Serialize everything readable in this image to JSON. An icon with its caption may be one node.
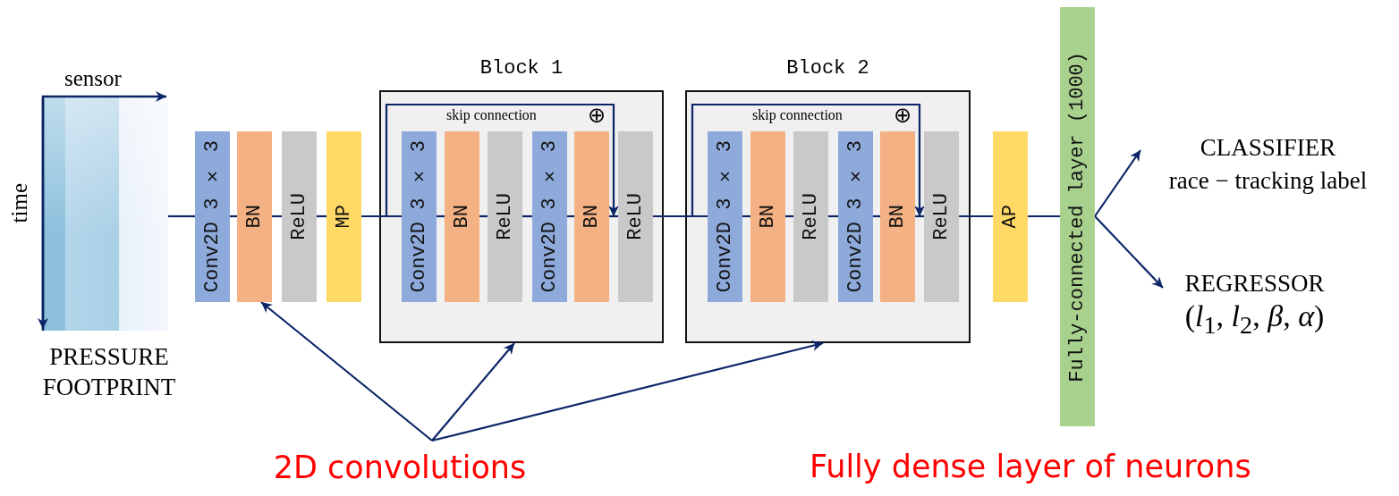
{
  "diagram": {
    "nodes": [
      {
        "text": [],
        "shape": "picture",
        "beside": [
          "sensor",
          "time",
          "PRESSURE FOOTPRINT"
        ]
      },
      {
        "text": [
          "Conv2D 3 × 3"
        ]
      },
      {
        "text": [
          "BN"
        ]
      },
      {
        "text": [
          "ReLU"
        ]
      },
      {
        "text": [
          "MP"
        ]
      },
      {
        "text": [
          "Block 1"
        ]
      },
      {
        "text": [
          "Conv2D 3 × 3"
        ],
        "in": 5
      },
      {
        "text": [
          "BN"
        ],
        "in": 5
      },
      {
        "text": [
          "ReLU"
        ],
        "in": 5
      },
      {
        "text": [
          "Conv2D 3 × 3"
        ],
        "in": 5
      },
      {
        "text": [
          "BN"
        ],
        "in": 5
      },
      {
        "text": [
          "ReLU"
        ],
        "in": 5
      },
      {
        "text": [
          "Block 2"
        ]
      },
      {
        "text": [
          "Conv2D 3 × 3"
        ],
        "in": 12
      },
      {
        "text": [
          "BN"
        ],
        "in": 12
      },
      {
        "text": [
          "ReLU"
        ],
        "in": 12
      },
      {
        "text": [
          "Conv2D 3 × 3"
        ],
        "in": 12
      },
      {
        "text": [
          "BN"
        ],
        "in": 12
      },
      {
        "text": [
          "ReLU"
        ],
        "in": 12
      },
      {
        "text": [
          "AP"
        ]
      },
      {
        "text": [
          "Fully-connected layer (1000)"
        ]
      },
      {
        "text": [
          "CLASSIFIER",
          "race − tracking label"
        ]
      },
      {
        "text": [
          "REGRESSOR",
          "(*l*$_{1}$, *l*$_{2}$, *β*, *α*)"
        ]
      },
      {
        "text": [
          "2D convolutions"
        ]
      }
    ],
    "edges": [
      {
        "from": 0,
        "to": 1,
        "arrow": "none"
      },
      {
        "from": 1,
        "to": 2,
        "arrow": "none"
      },
      {
        "from": 2,
        "to": 3,
        "arrow": "none"
      },
      {
        "from": 3,
        "to": 4,
        "arrow": "none"
      },
      {
        "from": 4,
        "to": 6,
        "arrow": "none"
      },
      {
        "from": 6,
        "to": 7,
        "arrow": "none"
      },
      {
        "from": 7,
        "to": 8,
        "arrow": "none"
      },
      {
        "from": 8,
        "to": 9,
        "arrow": "none"
      },
      {
        "from": 9,
        "to": 10,
        "arrow": "none"
      },
      {
        "from": 10,
        "to": 11,
        "arrow": "none"
      },
      {
        "from": 11,
        "to": 13,
        "arrow": "none"
      },
      {
        "from": 13,
        "to": 14,
        "arrow": "none"
      },
      {
        "from": 14,
        "to": 15,
        "arrow": "none"
      },
      {
        "from": 15,
        "to": 16,
        "arrow": "none"
      },
      {
        "from": 16,
        "to": 17,
        "arrow": "none"
      },
      {
        "from": 17,
        "to": 18,
        "arrow": "none"
      },
      {
        "from": 18,
        "to": 19,
        "arrow": "none"
      },
      {
        "from": 19,
        "to": 20,
        "arrow": "none"
      },
      {
        "from": 20,
        "to": 21,
        "arrow": "to"
      },
      {
        "from": 20,
        "to": 22,
        "arrow": "to"
      },
      {
        "from": 4,
        "to": 11,
        "arrow": "to",
        "label": "skip connection"
      },
      {
        "from": 11,
        "to": 18,
        "arrow": "to",
        "label": "skip connection"
      },
      {
        "from": 23,
        "to": 2,
        "arrow": "to"
      },
      {
        "from": 23,
        "to": 5,
        "arrow": "to"
      },
      {
        "from": 23,
        "to": 12,
        "arrow": "to"
      }
    ],
    "labels": [
      "⊕",
      "⊕",
      "Fully dense layer of neurons"
    ]
  }
}
